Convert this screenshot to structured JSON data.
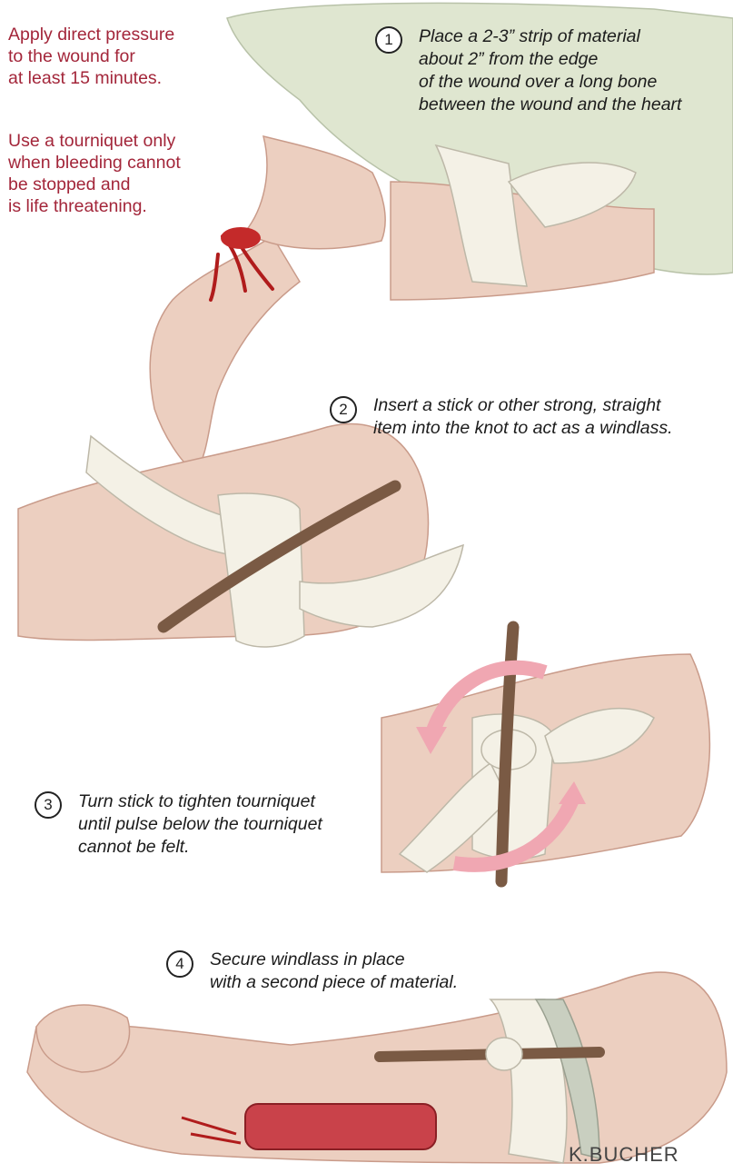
{
  "colors": {
    "intro_text": "#a3263a",
    "skin": "#eccfc0",
    "skin_shadow": "#c99b8a",
    "cloth": "#f4f1e6",
    "stick": "#7a5a44",
    "blood": "#b01c1c",
    "arrow": "#f0a7b2",
    "sleeve": "#dfe6d0"
  },
  "intro": {
    "pressure": "Apply direct pressure\nto the wound for\nat least 15 minutes.",
    "tourniquet_note": "Use a tourniquet only\nwhen bleeding cannot\nbe stopped and\nis life threatening."
  },
  "steps": [
    {
      "number": "1",
      "text": "Place a 2-3” strip of material\nabout 2” from the edge\nof the wound over a long bone\nbetween the wound and the heart"
    },
    {
      "number": "2",
      "text": "Insert a stick or other strong, straight\nitem into the knot to act as a windlass."
    },
    {
      "number": "3",
      "text": "Turn stick to tighten tourniquet\nuntil pulse below the tourniquet\ncannot be felt."
    },
    {
      "number": "4",
      "text": "Secure windlass in place\nwith a second piece of material."
    }
  ],
  "signature": "K.BUCHER"
}
